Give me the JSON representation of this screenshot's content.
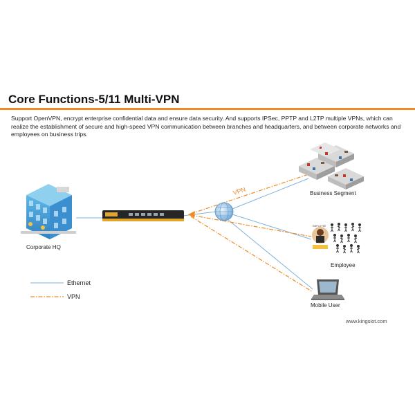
{
  "title": "Core Functions-5/11 Multi-VPN",
  "description": "Support OpenVPN, encrypt enterprise confidential data and ensure data security. And supports IPSec, PPTP and L2TP multiple VPNs, which can realize the establishment of secure and high-speed VPN communication between branches and headquarters, and between corporate networks and employees on business trips.",
  "nodes": {
    "hq": "Corporate HQ",
    "business": "Business Segment",
    "employee": "Employee",
    "mobile": "Mobile User"
  },
  "vpn_label": "VPN",
  "legend": {
    "ethernet": "Ethernet",
    "vpn": "VPN"
  },
  "website": "www.kingsiot.com",
  "colors": {
    "accent": "#f08a24",
    "ethernet_line": "#7fb2dd",
    "vpn_line": "#f08a24"
  }
}
